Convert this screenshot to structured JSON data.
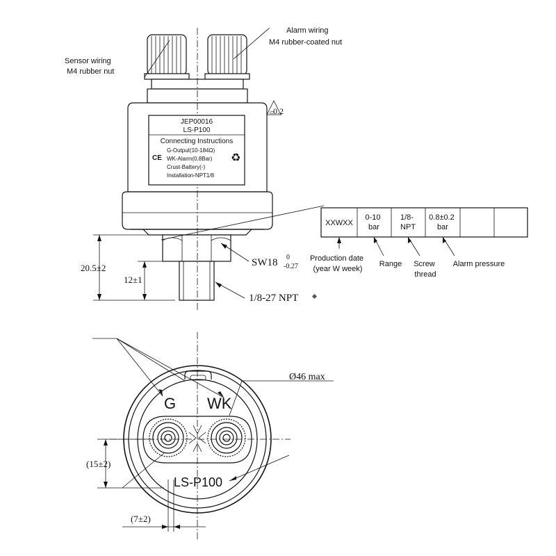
{
  "callouts": {
    "sensor_wiring": "Sensor wiring",
    "sensor_nut": "M4 rubber nut",
    "alarm_wiring": "Alarm wiring",
    "alarm_nut": "M4 rubber-coated nut"
  },
  "tolerance": {
    "symbol": "⏥",
    "value": "0.2"
  },
  "label": {
    "part_no": "JEP00016",
    "model": "LS-P100",
    "heading": "Connecting Instructions",
    "line1": "G-Output(10-184Ω)",
    "line2": "WK-Alarm(0.8Bar)",
    "line3": "Crust-Battery(-)",
    "line4": "Installation-NPT1/8",
    "ce_mark": "CE",
    "recycle_mark": "♻"
  },
  "spec_table": {
    "cells": [
      "XXWXX",
      "0-10\nbar",
      "1/8-\nNPT",
      "0.8±0.2\nbar",
      "",
      ""
    ],
    "legends": {
      "production_date": "Production date\n(year W week)",
      "range": "Range",
      "screw_thread": "Screw\nthread",
      "alarm_pressure": "Alarm pressure"
    }
  },
  "dimensions": {
    "overall_height": "20.5±2",
    "thread_length": "12±1",
    "hex": "SW18",
    "hex_tol_upper": "0",
    "hex_tol_lower": "-0.27",
    "thread": "1/8-27 NPT",
    "diameter": "Ø46 max",
    "terminal_offset_v": "(15±2)",
    "terminal_offset_h": "(7±2)"
  },
  "bottom_view": {
    "left_terminal": "G",
    "right_terminal": "WK",
    "model": "LS-P100"
  }
}
